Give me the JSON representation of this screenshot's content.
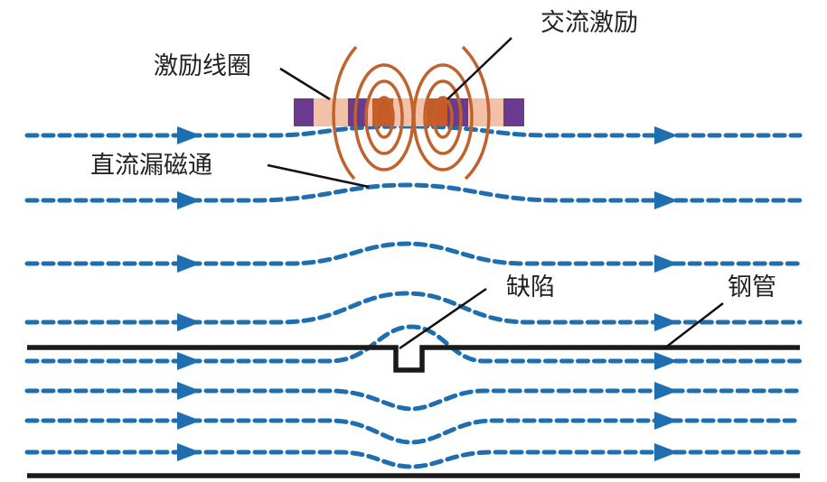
{
  "labels": {
    "ac_excitation": "交流激励",
    "excitation_coil": "激励线圈",
    "dc_leakage_flux": "直流漏磁通",
    "defect": "缺陷",
    "steel_pipe": "钢管"
  },
  "colors": {
    "flux": "#1f6fb0",
    "coil": "#c0622e",
    "magnet_purple": "#6a3a8e",
    "magnet_pink": "#f2c1a8",
    "magnet_orange": "#c85a26",
    "pipe": "#1a1a1a"
  }
}
